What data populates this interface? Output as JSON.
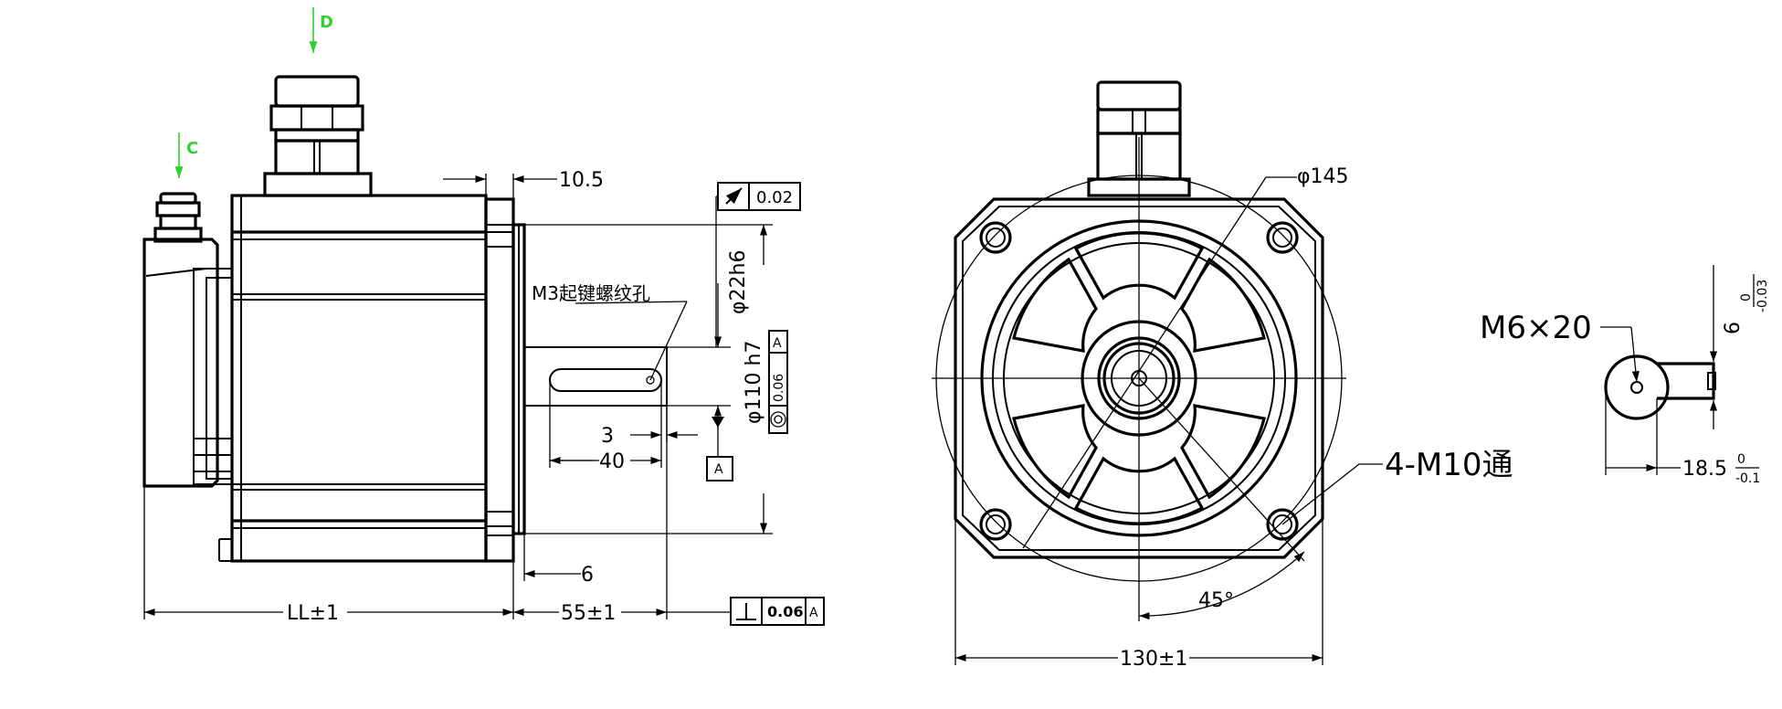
{
  "views": {
    "side": {
      "labels": {
        "view_d": "D",
        "view_c": "C",
        "flange_thickness": "10.5",
        "runout_tolerance": "0.02",
        "keyway_hole": "M3起键螺纹孔",
        "shaft_diameter": "φ22h6",
        "spigot_diameter": "φ110 h7",
        "concentricity_tolerance": "0.06",
        "concentricity_datum": "A",
        "datum_a": "A",
        "key_offset": "3",
        "key_length": "40",
        "spigot_depth": "6",
        "body_length": "LL±1",
        "shaft_length": "55±1",
        "perpendicular_tolerance": "0.06",
        "perpendicular_datum": "A"
      }
    },
    "front": {
      "labels": {
        "bolt_circle": "φ145",
        "mount_holes": "4-M10通",
        "bolt_angle": "45°",
        "flange_width": "130±1"
      }
    },
    "shaft_end": {
      "labels": {
        "center_thread": "M6×20",
        "key_width": "6",
        "key_width_tol_upper": "0",
        "key_width_tol_lower": "-0.03",
        "key_height": "18.5",
        "key_height_tol_upper": "0",
        "key_height_tol_lower": "-0.1"
      }
    }
  }
}
